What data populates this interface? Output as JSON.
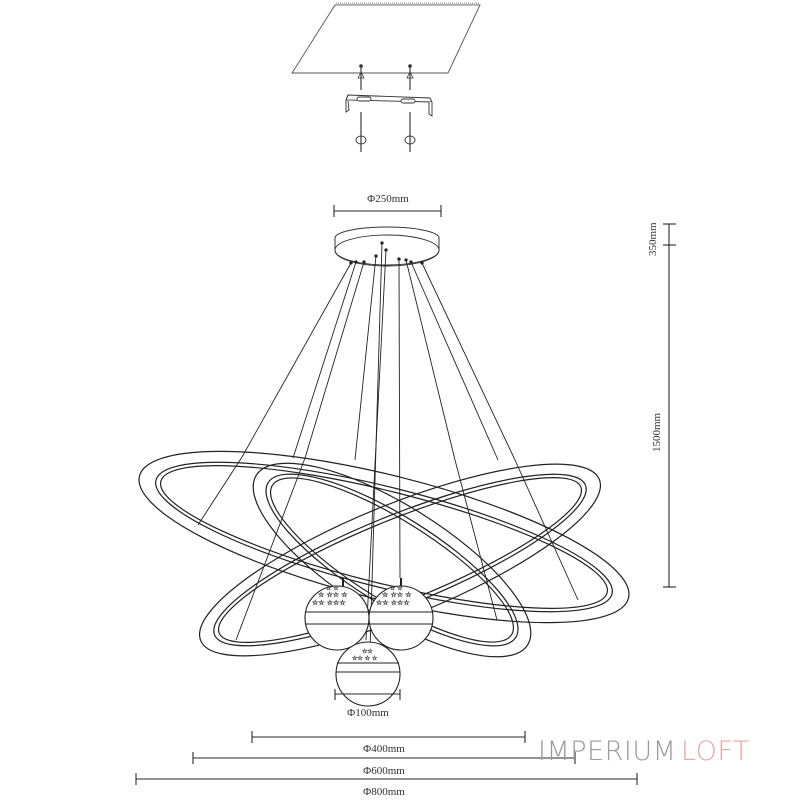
{
  "drawing": {
    "subject": "Three-ring LED pendant chandelier with three globe shades",
    "mount": {
      "ceiling_plate": true,
      "mounting_bracket": true,
      "screws": 2
    },
    "canopy": {
      "label": "Φ250mm",
      "diameter_mm": 250
    },
    "globes": {
      "label": "Φ100mm",
      "diameter_mm": 100,
      "count": 3
    },
    "rings": [
      {
        "label": "Φ400mm",
        "diameter_mm": 400
      },
      {
        "label": "Φ600mm",
        "diameter_mm": 600
      },
      {
        "label": "Φ800mm",
        "diameter_mm": 800
      }
    ],
    "vertical_dimensions": [
      {
        "label": "350mm",
        "value_mm": 350
      },
      {
        "label": "1500mm",
        "value_mm": 1500
      }
    ]
  },
  "watermark": {
    "part1": "IMPERIUM",
    "part2": "LOFT",
    "color1": "#9a9a9a",
    "color2": "#e8a5a5"
  },
  "colors": {
    "line": "#2a2a2a",
    "background": "#ffffff"
  }
}
